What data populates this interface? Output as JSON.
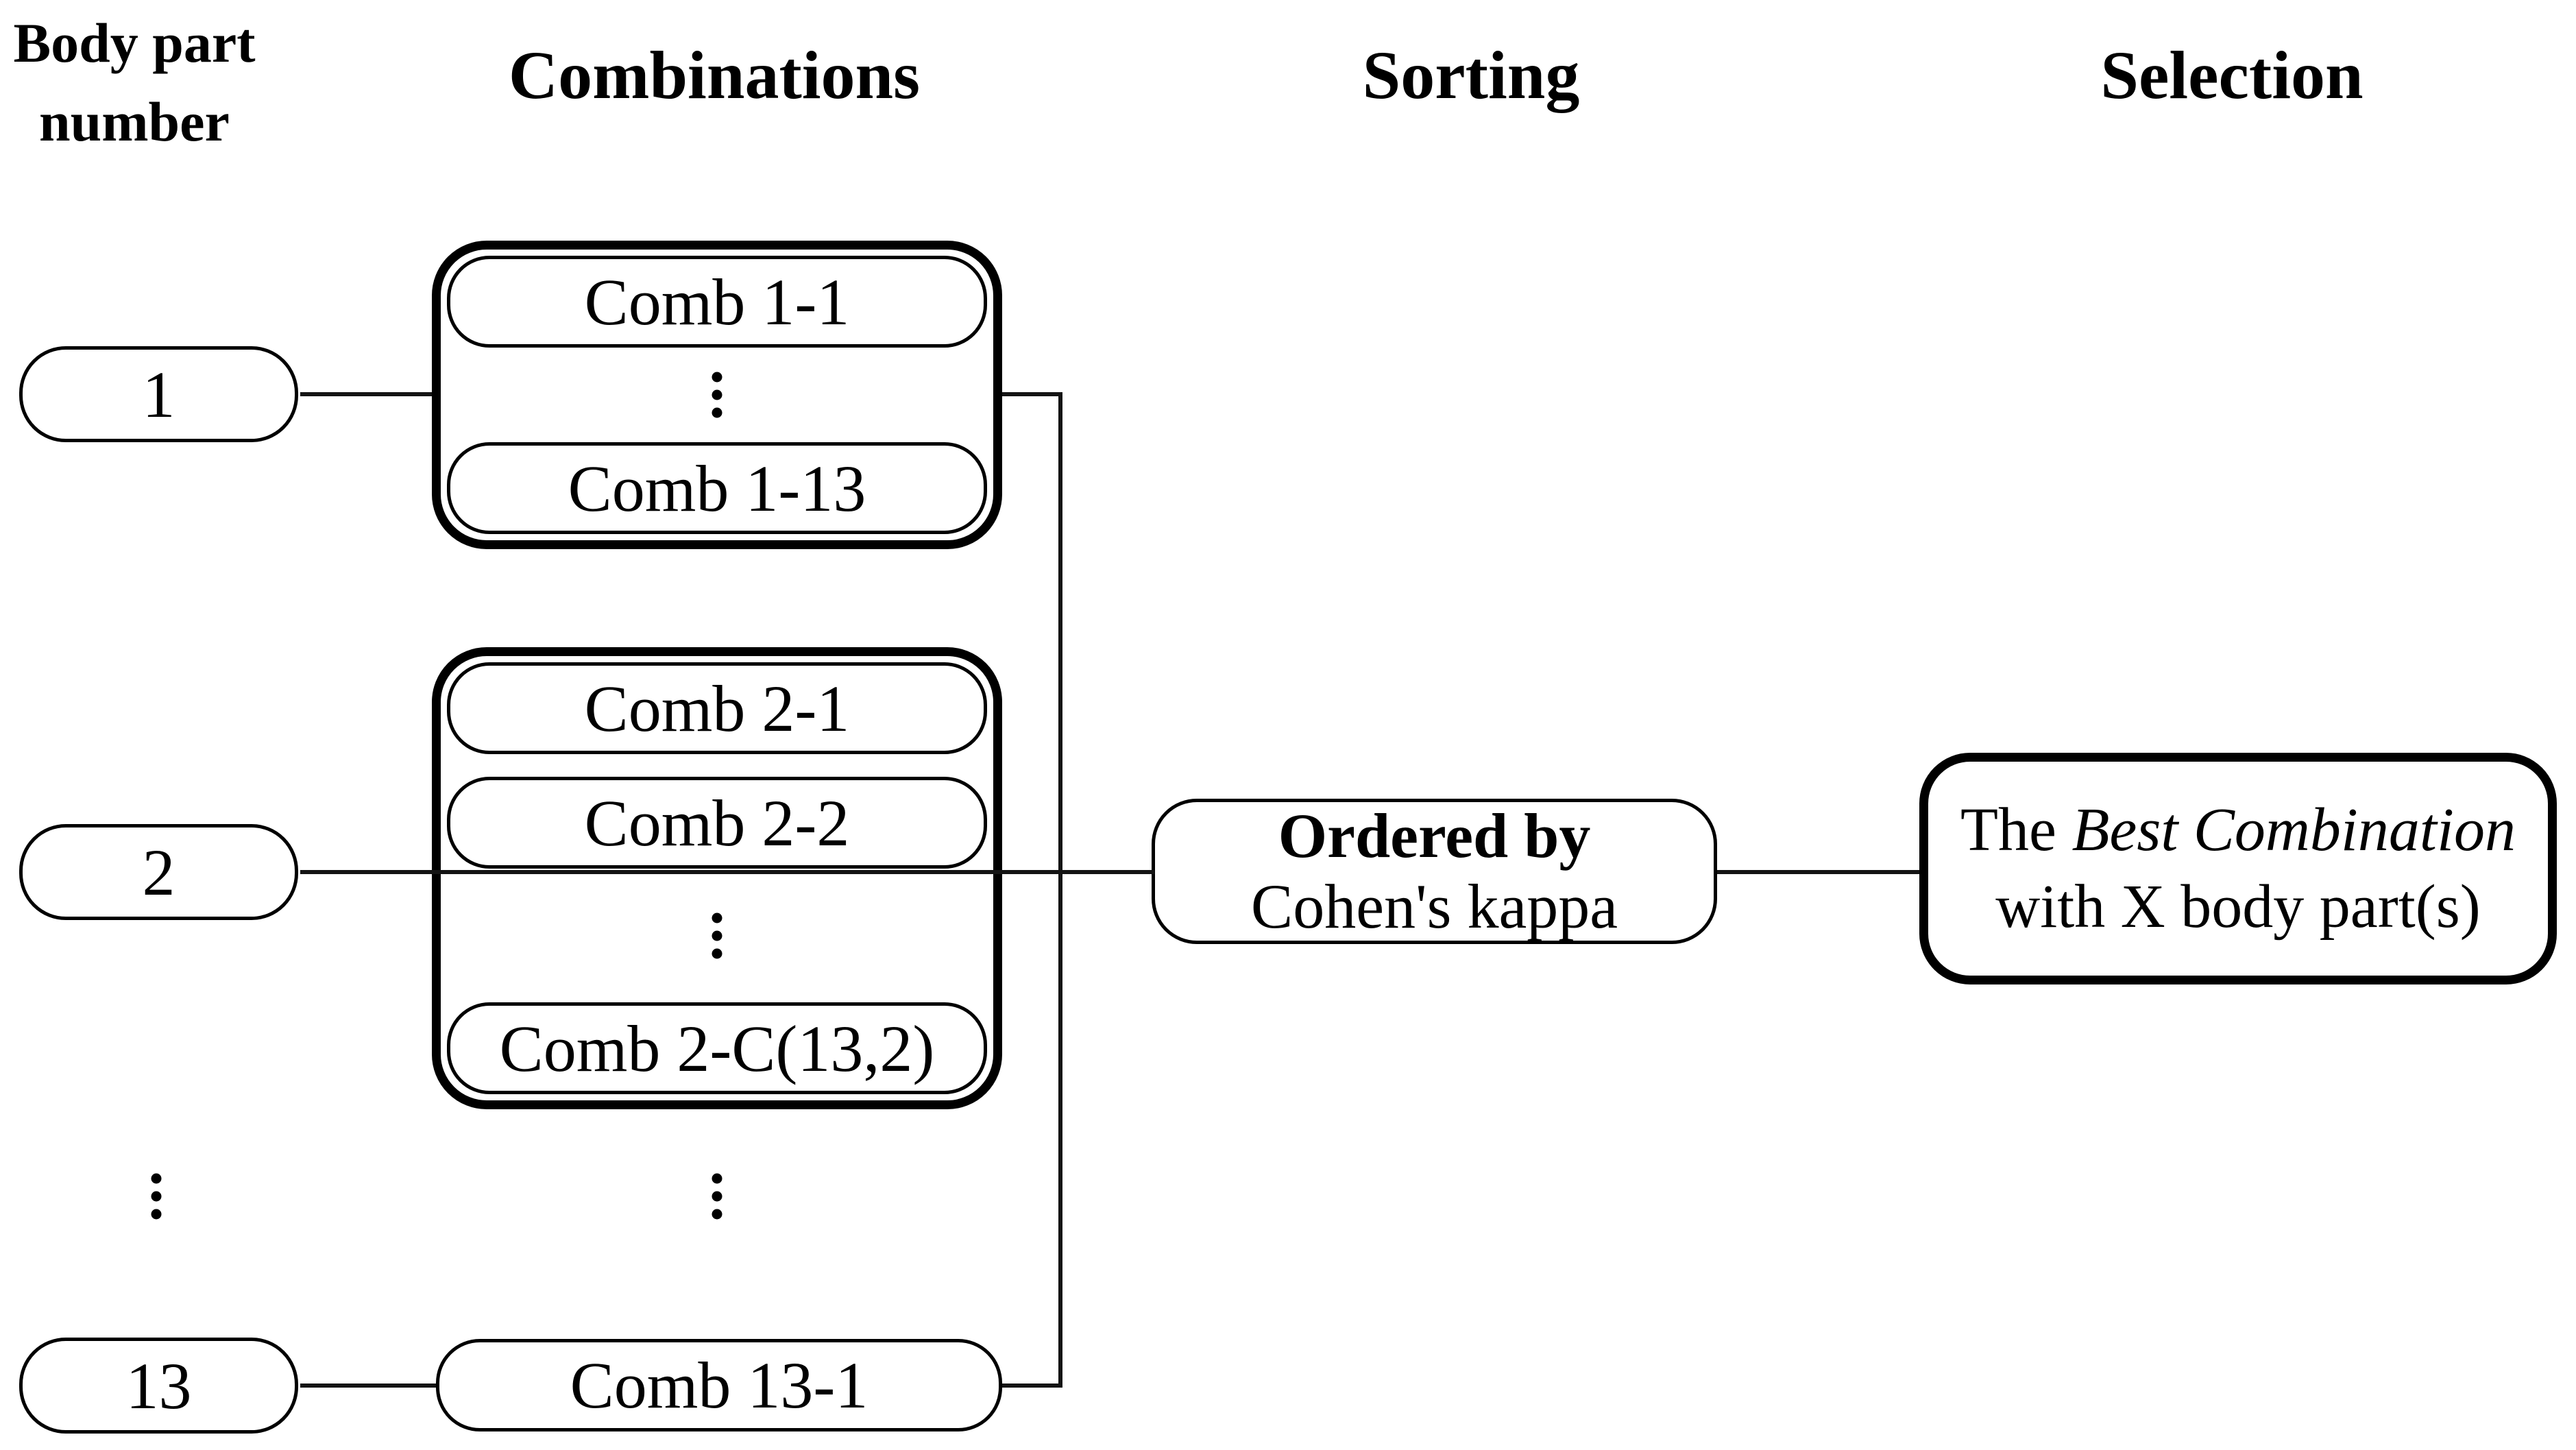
{
  "column_headers": {
    "body_part_number_line1": "Body part",
    "body_part_number_line2": "number",
    "combinations": "Combinations",
    "sorting": "Sorting",
    "selection": "Selection"
  },
  "body_part_nodes": {
    "node1": "1",
    "node2": "2",
    "node13": "13"
  },
  "combination_boxes": {
    "comb_1_1": "Comb 1-1",
    "comb_1_13": "Comb 1-13",
    "comb_2_1": "Comb 2-1",
    "comb_2_2": "Comb 2-2",
    "comb_2_c13_2": "Comb 2-C(13,2)",
    "comb_13_1": "Comb 13-1"
  },
  "sorting_box": {
    "line1": "Ordered by",
    "line2": "Cohen's kappa"
  },
  "selection_box": {
    "line1_regular": "The ",
    "line1_italic": "Best Combination",
    "line2": "with X body part(s)"
  },
  "icons": {
    "vertical_ellipsis": "⋮"
  },
  "colors": {
    "ink": "#000000",
    "background": "#ffffff"
  }
}
